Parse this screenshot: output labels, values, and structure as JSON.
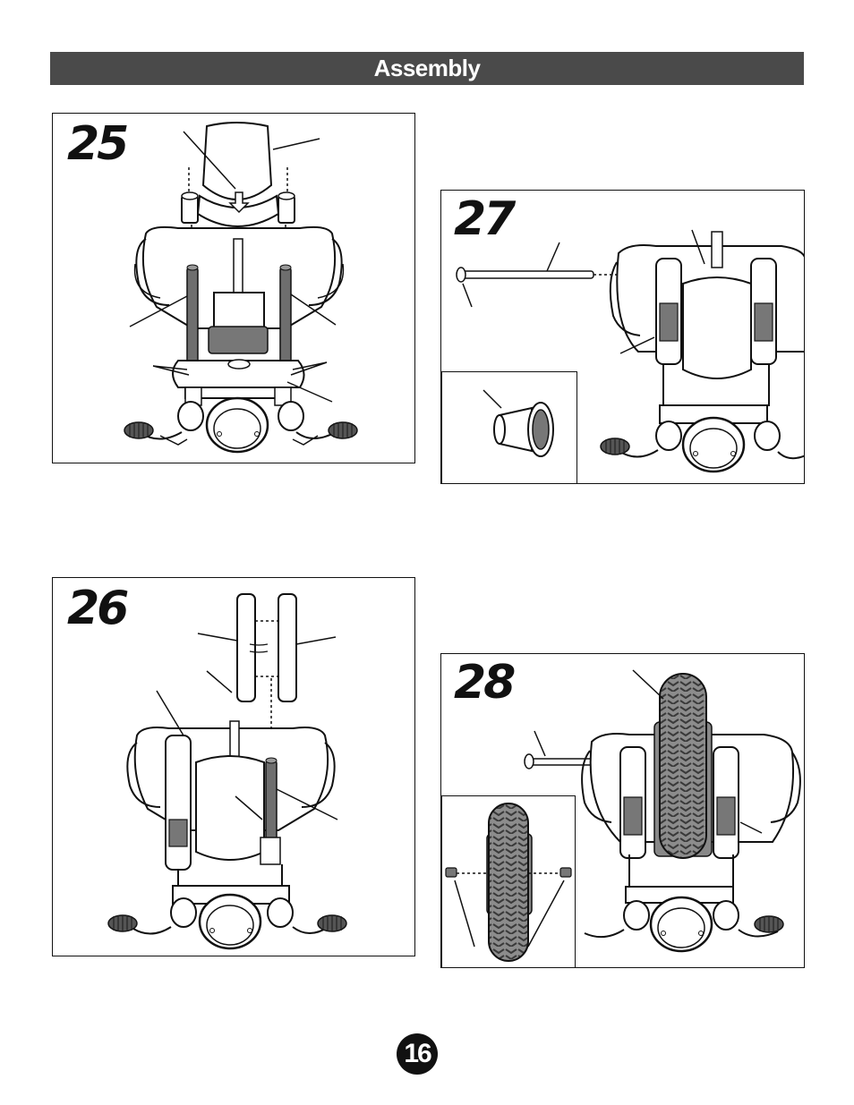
{
  "header": {
    "title": "Assembly"
  },
  "steps": [
    {
      "number": "25"
    },
    {
      "number": "26"
    },
    {
      "number": "27"
    },
    {
      "number": "28"
    }
  ],
  "footer": {
    "page_number": "16"
  }
}
